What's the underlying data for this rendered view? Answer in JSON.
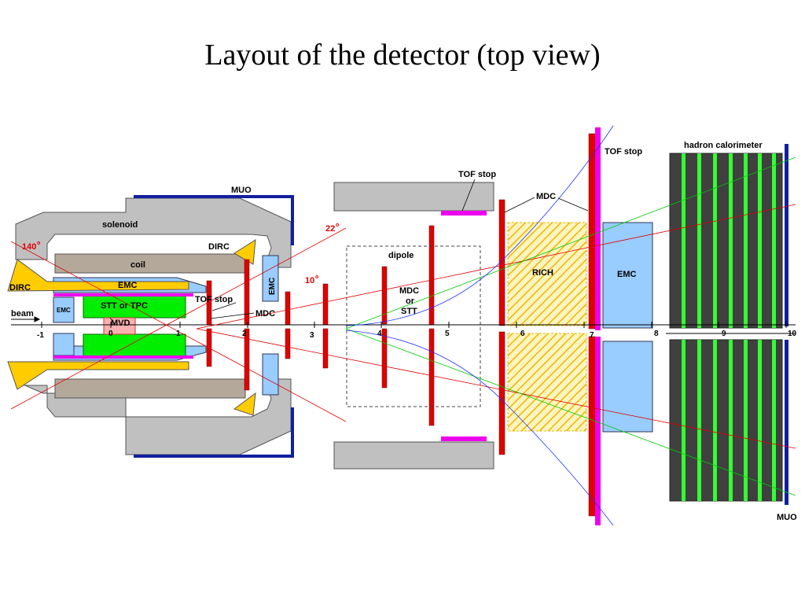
{
  "title": "Layout of the detector (top view)",
  "labels": {
    "muo_top": "MUO",
    "solenoid": "solenoid",
    "deg140": "140",
    "deg22": "22",
    "deg10": "10",
    "dirc_left": "DIRC",
    "dirc_top": "DIRC",
    "coil": "coil",
    "emc_inner": "EMC",
    "emc_small": "EMC",
    "emc_endcap": "EMC",
    "stt_tpc": "STT or TPC",
    "tof_stop_left": "TOF stop",
    "mdc_left": "MDC",
    "mvd": "MVD",
    "beam": "beam",
    "dipole": "dipole",
    "mdc_or_stt": [
      "MDC",
      "or",
      "STT"
    ],
    "tof_stop_mid": "TOF stop",
    "mdc_right": "MDC",
    "rich": "RICH",
    "emc_fwd": "EMC",
    "tof_stop_right": "TOF stop",
    "hadron_calorimeter": "hadron calorimeter",
    "muo_bottom": "MUO"
  },
  "axis": {
    "ticks": [
      "-1",
      "0",
      "1",
      "2",
      "3",
      "4",
      "5",
      "6",
      "7",
      "8",
      "9",
      "10"
    ]
  },
  "colors": {
    "solenoid": "#c0c0c0",
    "coil": "#b4a89a",
    "emc": "#99ccff",
    "stt": "#00ee00",
    "mdc": "#e00000",
    "tof": "#ee00ee",
    "dirc": "#ffcc00",
    "muo": "#1020a0",
    "rich": "#ffcc33",
    "hcal": "#404040",
    "hcal_green": "#33ff33",
    "angle_text": "#e00000"
  }
}
